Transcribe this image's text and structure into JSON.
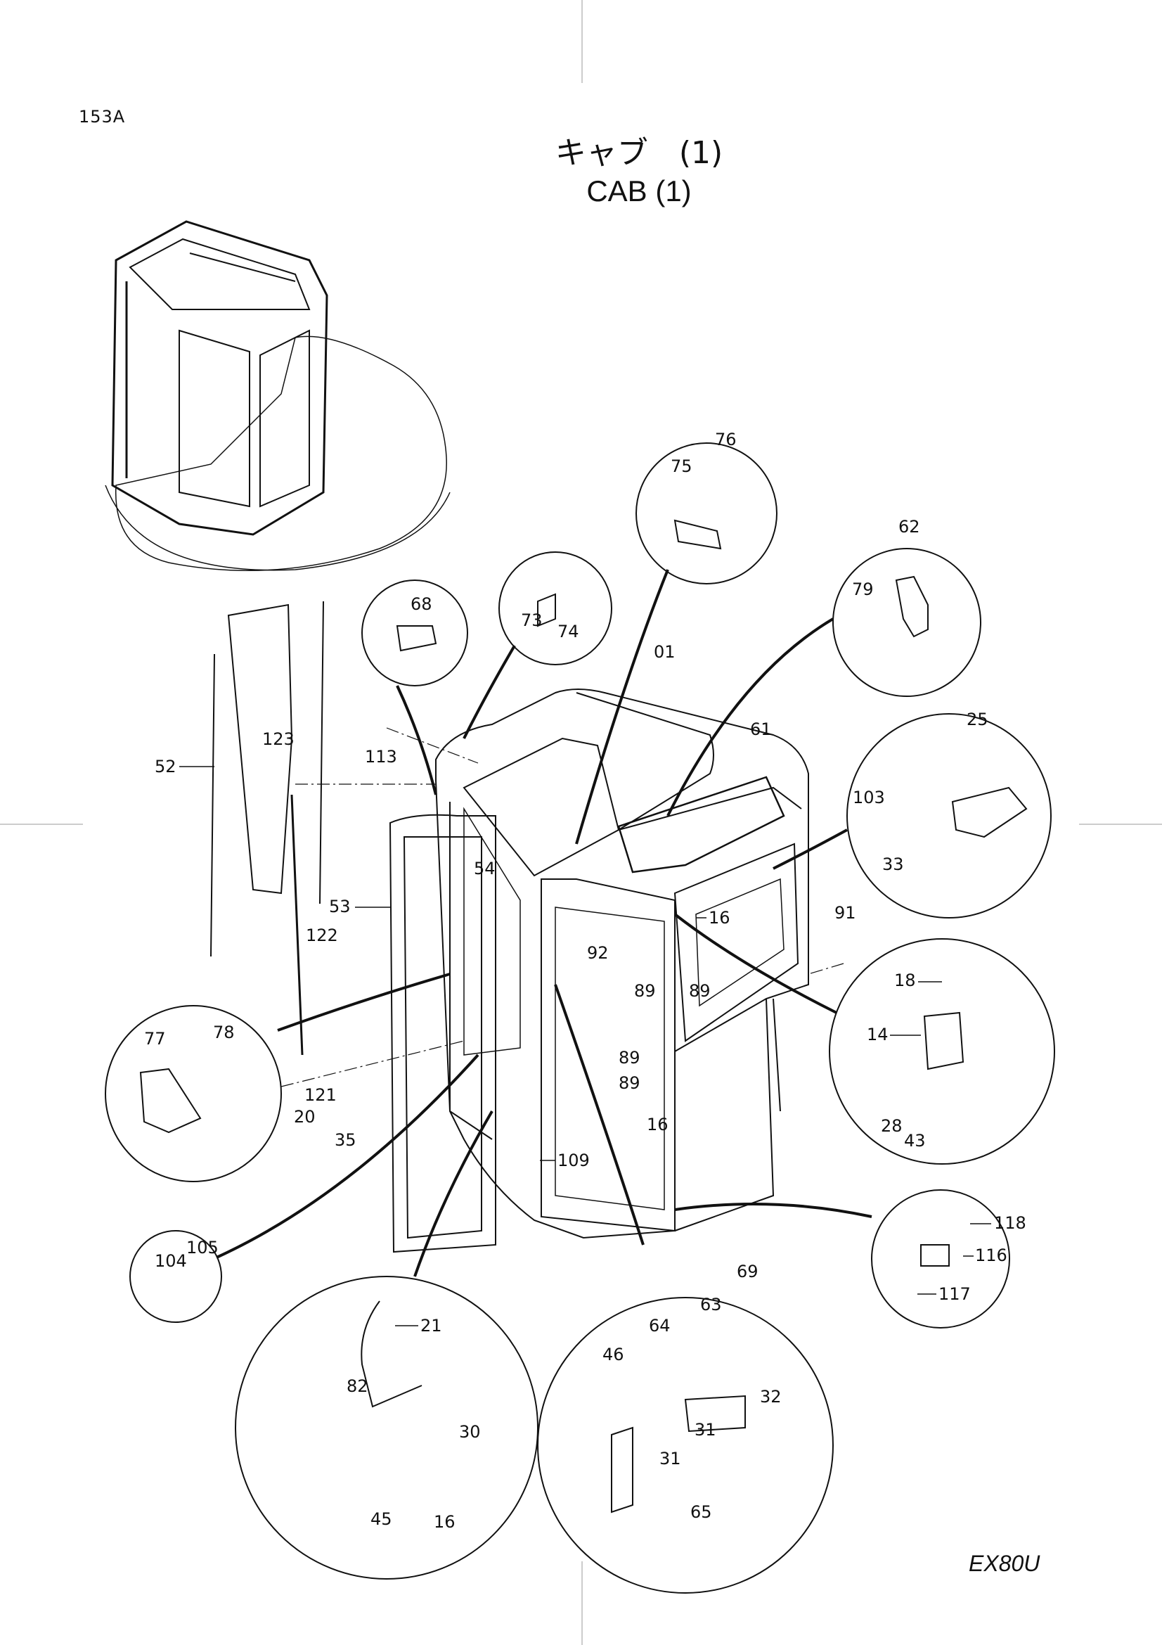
{
  "page_number": "153A",
  "title_jp": "キャブ　(1)",
  "title_en": "CAB  (1)",
  "model": "EX80U",
  "callouts": [
    {
      "id": "01",
      "label": "01"
    },
    {
      "id": "14",
      "label": "14"
    },
    {
      "id": "16a",
      "label": "16"
    },
    {
      "id": "16b",
      "label": "16"
    },
    {
      "id": "16c",
      "label": "16"
    },
    {
      "id": "18",
      "label": "18"
    },
    {
      "id": "20",
      "label": "20"
    },
    {
      "id": "21",
      "label": "21"
    },
    {
      "id": "25",
      "label": "25"
    },
    {
      "id": "28",
      "label": "28"
    },
    {
      "id": "30",
      "label": "30"
    },
    {
      "id": "31a",
      "label": "31"
    },
    {
      "id": "31b",
      "label": "31"
    },
    {
      "id": "32",
      "label": "32"
    },
    {
      "id": "33",
      "label": "33"
    },
    {
      "id": "35",
      "label": "35"
    },
    {
      "id": "43",
      "label": "43"
    },
    {
      "id": "45",
      "label": "45"
    },
    {
      "id": "46",
      "label": "46"
    },
    {
      "id": "52",
      "label": "52"
    },
    {
      "id": "53",
      "label": "53"
    },
    {
      "id": "54",
      "label": "54"
    },
    {
      "id": "61",
      "label": "61"
    },
    {
      "id": "62",
      "label": "62"
    },
    {
      "id": "63",
      "label": "63"
    },
    {
      "id": "64",
      "label": "64"
    },
    {
      "id": "65",
      "label": "65"
    },
    {
      "id": "68",
      "label": "68"
    },
    {
      "id": "69",
      "label": "69"
    },
    {
      "id": "73",
      "label": "73"
    },
    {
      "id": "74",
      "label": "74"
    },
    {
      "id": "75",
      "label": "75"
    },
    {
      "id": "76",
      "label": "76"
    },
    {
      "id": "77",
      "label": "77"
    },
    {
      "id": "78",
      "label": "78"
    },
    {
      "id": "79",
      "label": "79"
    },
    {
      "id": "82",
      "label": "82"
    },
    {
      "id": "89a",
      "label": "89"
    },
    {
      "id": "89b",
      "label": "89"
    },
    {
      "id": "89c",
      "label": "89"
    },
    {
      "id": "89d",
      "label": "89"
    },
    {
      "id": "91",
      "label": "91"
    },
    {
      "id": "92",
      "label": "92"
    },
    {
      "id": "103",
      "label": "103"
    },
    {
      "id": "104",
      "label": "104"
    },
    {
      "id": "105",
      "label": "105"
    },
    {
      "id": "109",
      "label": "109"
    },
    {
      "id": "113",
      "label": "113"
    },
    {
      "id": "116",
      "label": "116"
    },
    {
      "id": "117",
      "label": "117"
    },
    {
      "id": "118",
      "label": "118"
    },
    {
      "id": "121",
      "label": "121"
    },
    {
      "id": "122",
      "label": "122"
    },
    {
      "id": "123",
      "label": "123"
    }
  ]
}
